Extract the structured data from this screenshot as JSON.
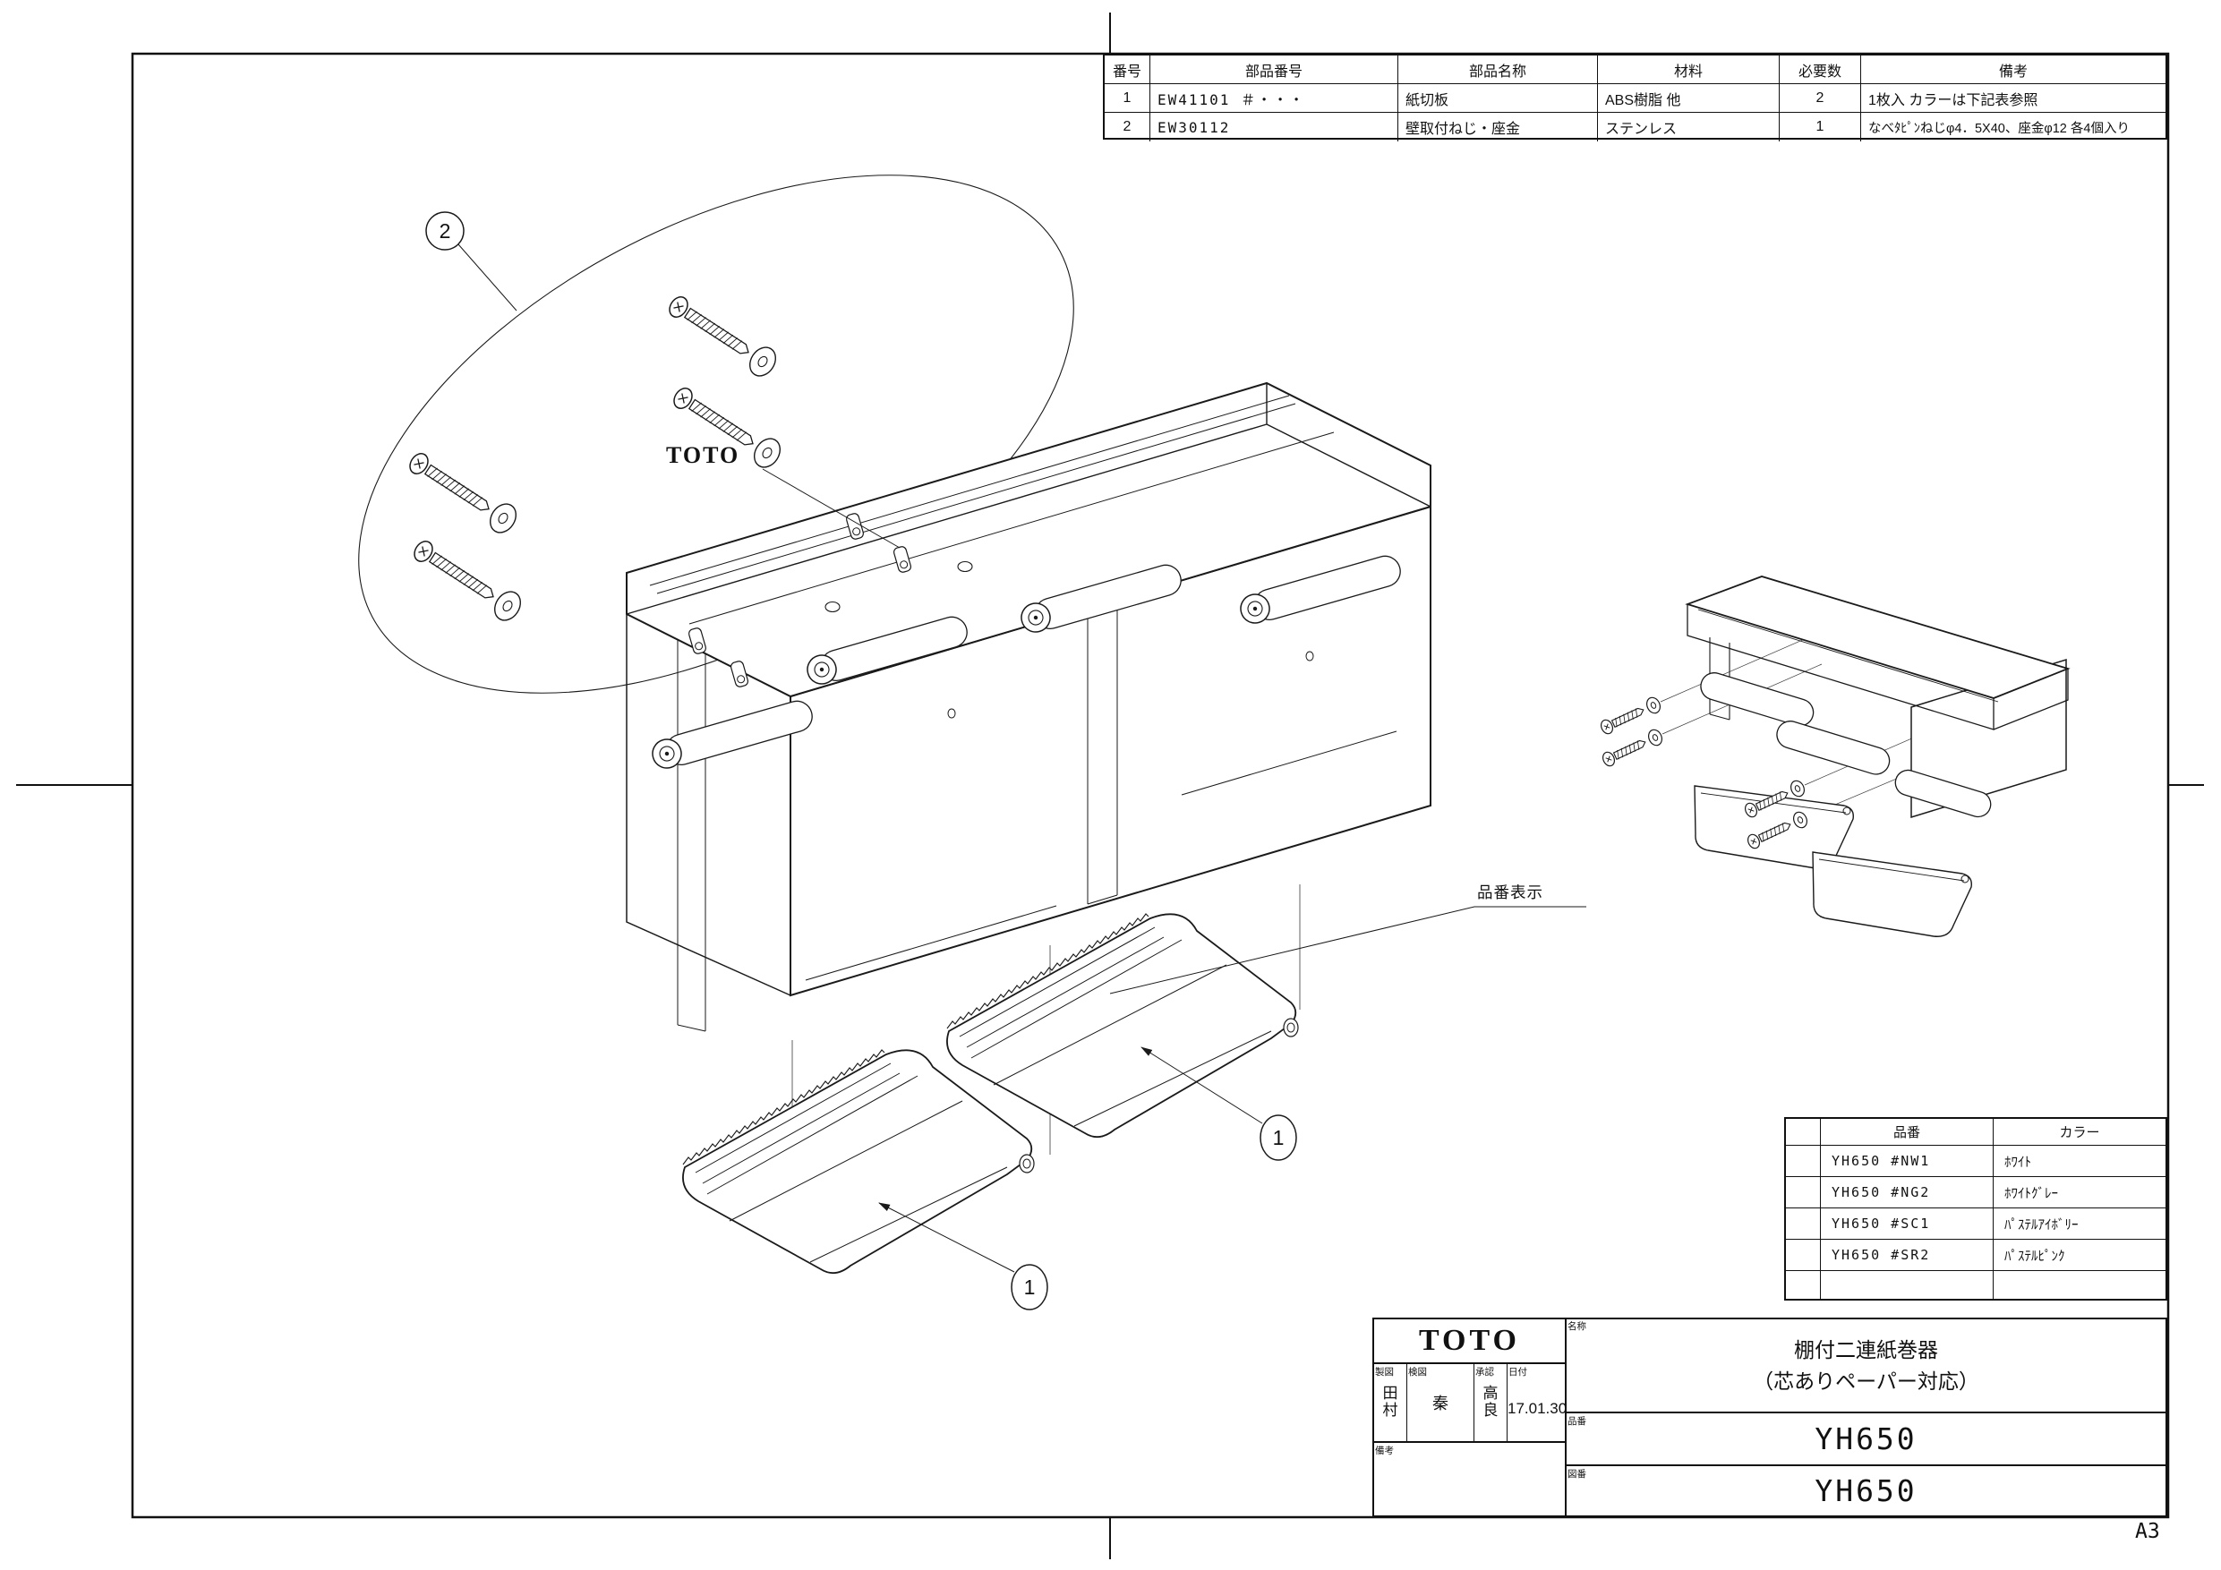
{
  "parts_table": {
    "headers": [
      "番号",
      "部品番号",
      "部品名称",
      "材料",
      "必要数",
      "備考"
    ],
    "rows": [
      [
        "1",
        "EW41101 ＃・・・",
        "紙切板",
        "ABS樹脂 他",
        "2",
        "1枚入 カラーは下記表参照"
      ],
      [
        "2",
        "EW30112",
        "壁取付ねじ・座金",
        "ステンレス",
        "1",
        "なべﾀﾋﾟﾝねじφ4．5X40、座金φ12 各4個入り"
      ]
    ]
  },
  "color_table": {
    "code_header": "品番",
    "color_header": "カラー",
    "rows": [
      {
        "code": "YH650 #NW1",
        "color": "ﾎﾜｲﾄ"
      },
      {
        "code": "YH650 #NG2",
        "color": "ﾎﾜｲﾄｸﾞﾚｰ"
      },
      {
        "code": "YH650 #SC1",
        "color": "ﾊﾟｽﾃﾙｱｲﾎﾞﾘｰ"
      },
      {
        "code": "YH650 #SR2",
        "color": "ﾊﾟｽﾃﾙﾋﾟﾝｸ"
      }
    ]
  },
  "title_block": {
    "logo": "TOTO",
    "drafter_label": "製図",
    "drafter": "田村",
    "checker_label": "検図",
    "checker": "秦",
    "approver_label": "承認",
    "approver": "高良",
    "date_label": "日付",
    "date": "17.01.30",
    "remarks_label": "備考",
    "name_label": "名称",
    "name_line1": "棚付二連紙巻器",
    "name_line2": "（芯ありペーパー対応）",
    "part_no_label": "品番",
    "part_no": "YH650",
    "drawing_no_label": "図番",
    "drawing_no": "YH650"
  },
  "annotations": {
    "balloon_screws": "2",
    "balloon_plate_right": "1",
    "balloon_plate_left": "1",
    "product_code_label": "品番表示",
    "brand_on_product": "TOTO",
    "sheet_size": "A3"
  },
  "colors": {
    "line": "#1a1a1a",
    "background": "#ffffff"
  }
}
